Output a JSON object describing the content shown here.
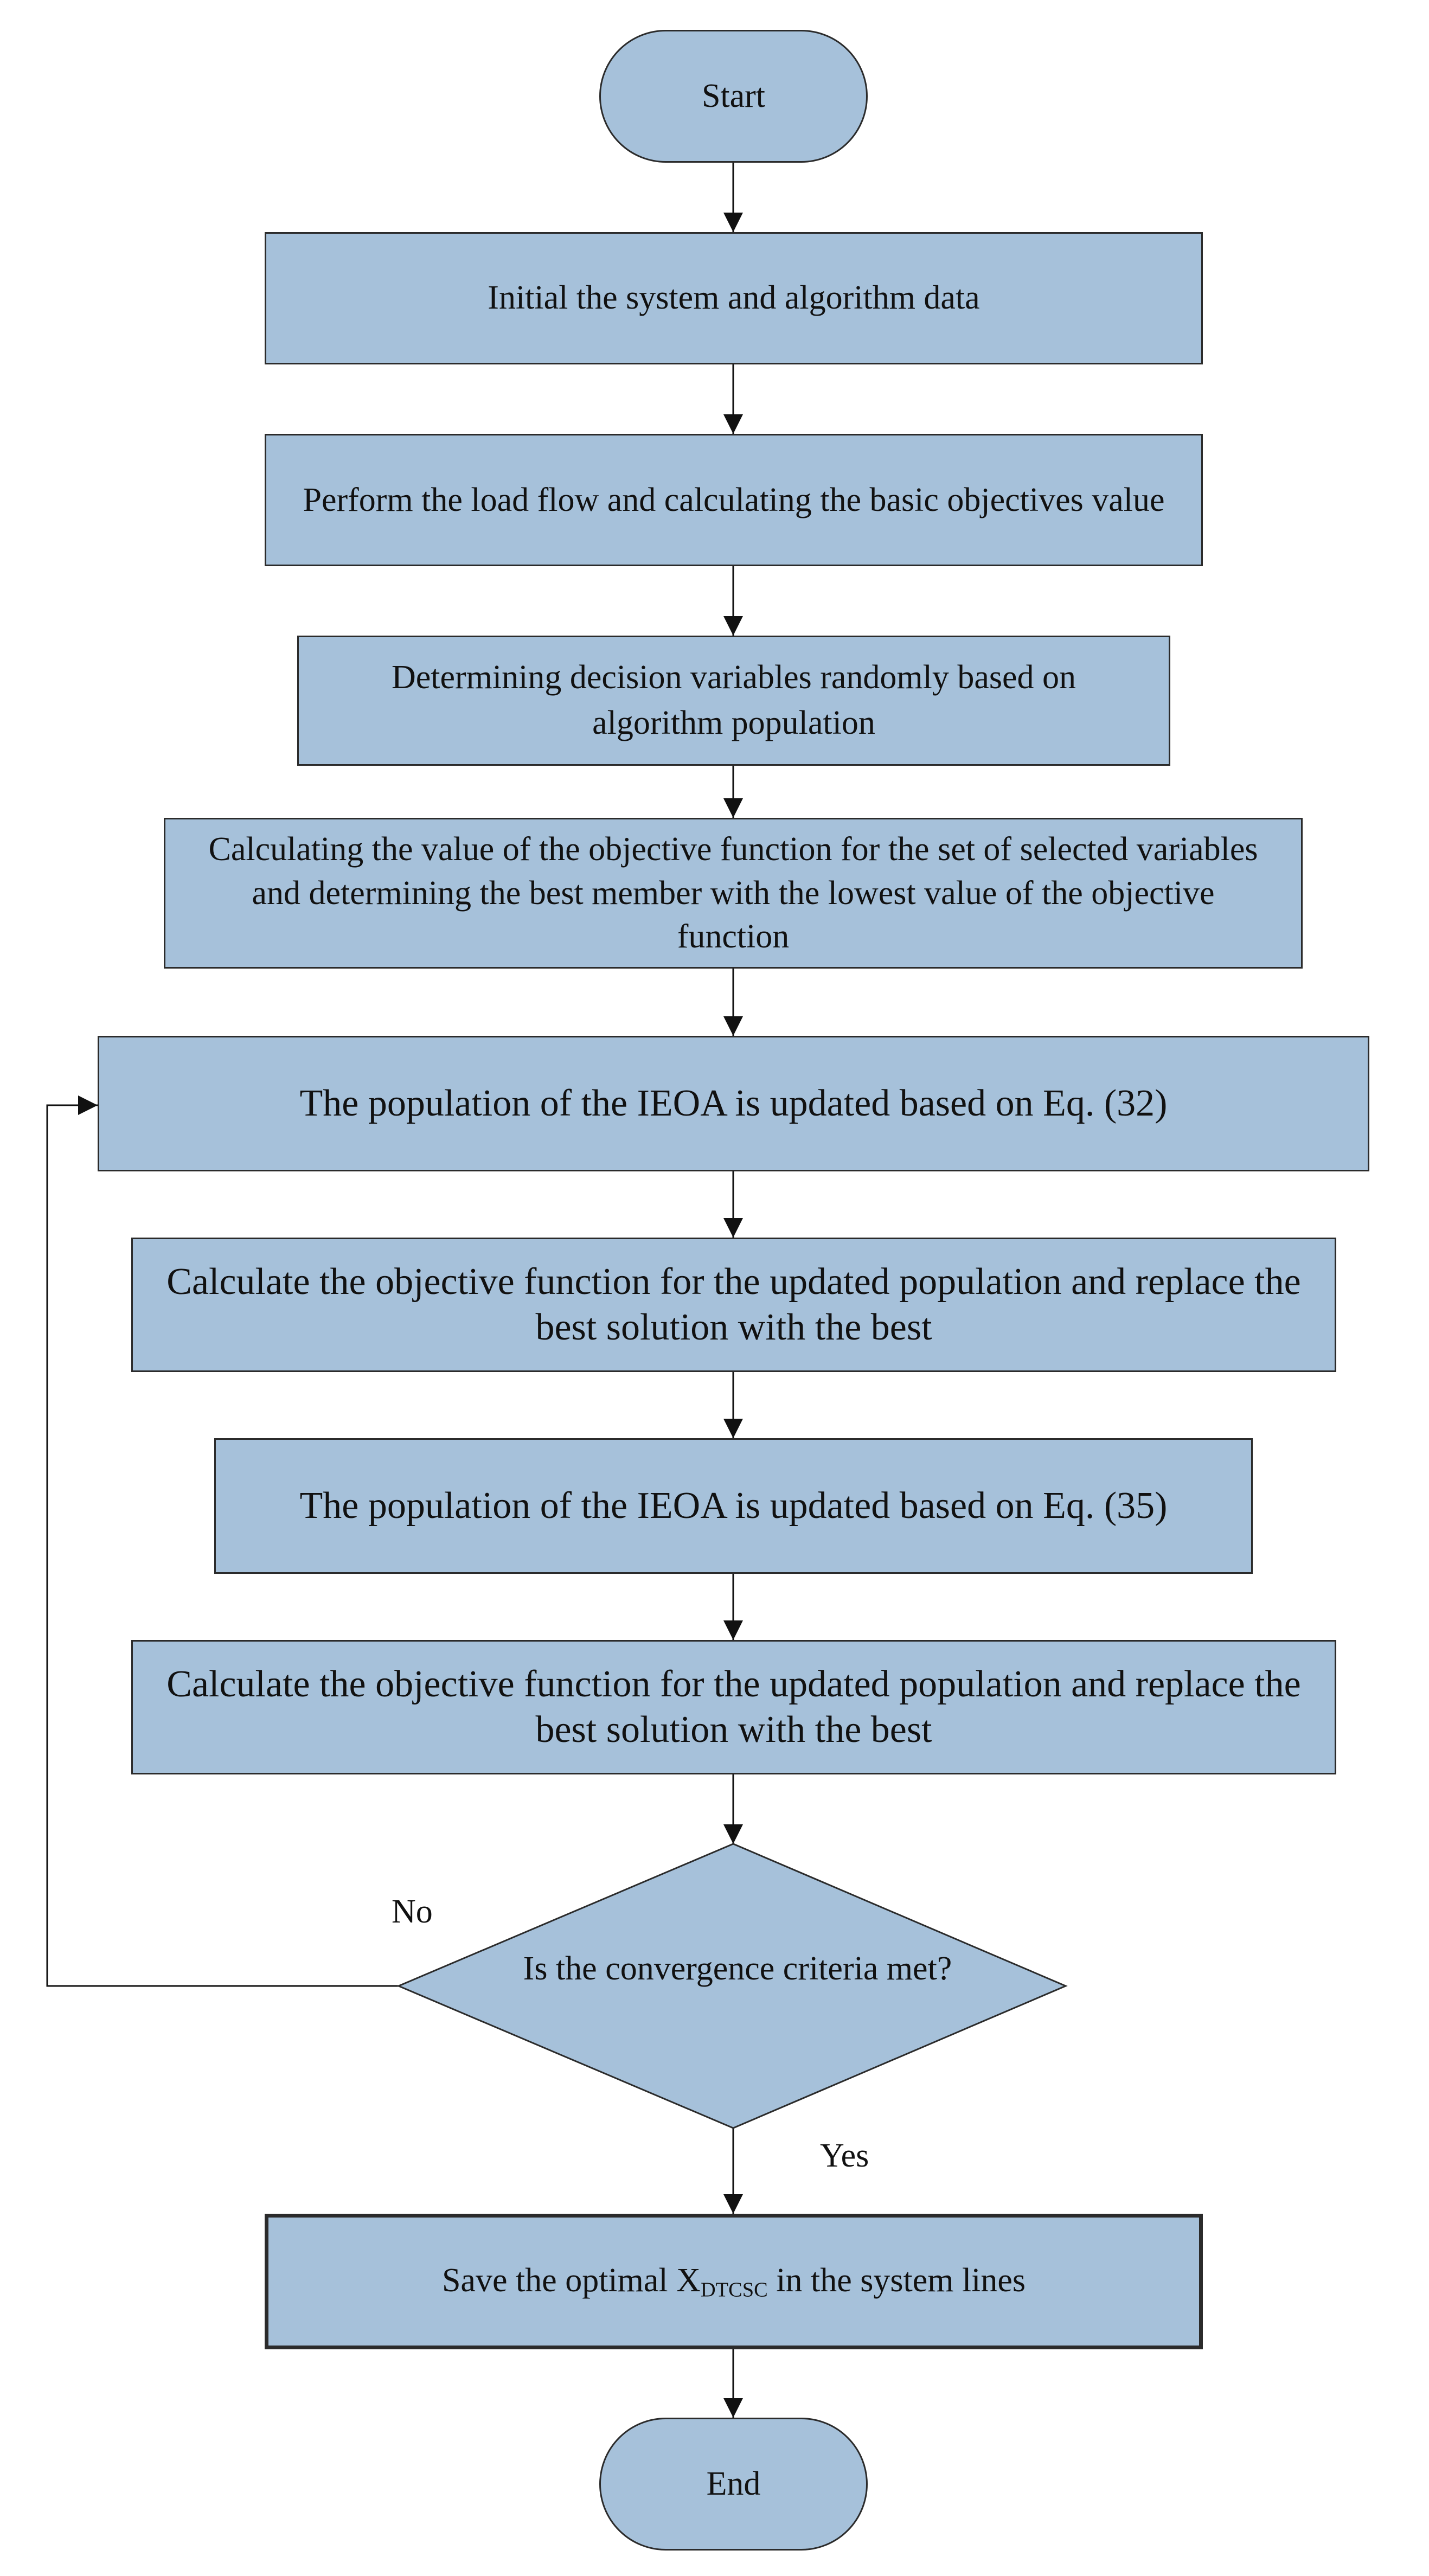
{
  "flowchart": {
    "start": "Start",
    "step_init": "Initial the system and algorithm data",
    "step_load_flow": "Perform the load flow and calculating the basic objectives value",
    "step_random": "Determining decision variables randomly based on algorithm population",
    "step_evaluate": "Calculating the value of the objective function for the set of selected variables and determining the best member with the lowest value of the objective function",
    "step_update_32": "The population of the IEOA is updated based on Eq. (32)",
    "step_calc_1": "Calculate the objective function for the updated population and replace the best solution  with the best",
    "step_update_35": "The population of the IEOA is updated based on Eq. (35)",
    "step_calc_2": "Calculate the objective function for the updated population and replace the best solution  with the best",
    "decision": "Is the convergence criteria met?",
    "label_no": "No",
    "label_yes": "Yes",
    "save_prefix": "Save the optimal X",
    "save_subscript": "DTCSC",
    "save_suffix": " in the system lines",
    "end": "End"
  },
  "colors": {
    "box_fill": "#a6c1da",
    "stroke": "#2b2b2b",
    "text": "#111111"
  }
}
